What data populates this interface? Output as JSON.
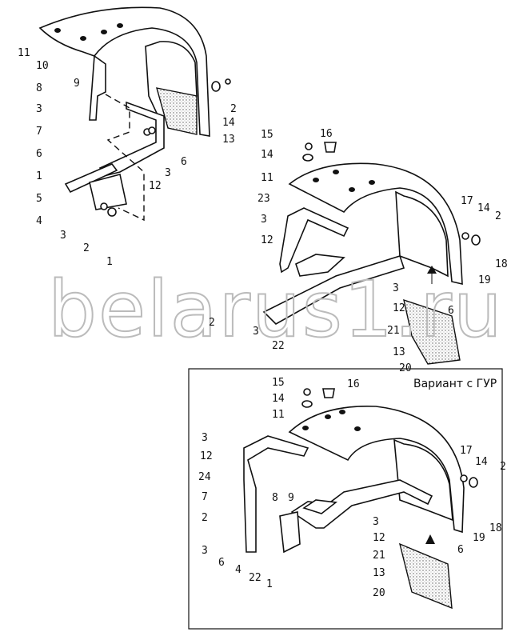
{
  "watermark": "belarus1.ru",
  "variant_box": {
    "title": "Вариант с ГУР"
  },
  "diagram_top_left": {
    "callouts": [
      "11",
      "10",
      "9",
      "8",
      "3",
      "7",
      "6",
      "1",
      "5",
      "4",
      "3",
      "2",
      "1",
      "12",
      "3",
      "6",
      "13",
      "14",
      "2"
    ]
  },
  "diagram_top_right": {
    "callouts": [
      "15",
      "16",
      "14",
      "11",
      "23",
      "3",
      "12",
      "17",
      "14",
      "2",
      "18",
      "19",
      "3",
      "12",
      "6",
      "21",
      "13",
      "20",
      "2",
      "3",
      "22"
    ]
  },
  "diagram_variant": {
    "callouts": [
      "15",
      "16",
      "14",
      "11",
      "3",
      "12",
      "24",
      "7",
      "2",
      "3",
      "6",
      "4",
      "22",
      "1",
      "8",
      "9",
      "17",
      "14",
      "2",
      "18",
      "19",
      "3",
      "12",
      "6",
      "21",
      "13",
      "20"
    ]
  }
}
